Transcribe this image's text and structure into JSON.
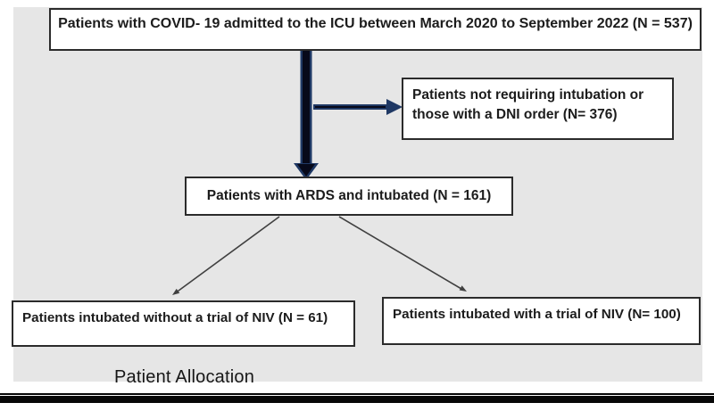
{
  "figure": {
    "caption": "Patient Allocation",
    "colors": {
      "panel_bg": "#e6e6e6",
      "box_border": "#2b2b2b",
      "arrow_navy": "#1f3864",
      "arrow_black": "#07091a",
      "line_gray": "#404040",
      "rule_black": "#070707"
    },
    "nodes": {
      "top": {
        "text": "Patients with COVID- 19 admitted to the ICU between March 2020 to September 2022 (N = 537)"
      },
      "excluded": {
        "line1": "Patients not requiring intubation or",
        "line2": "those with a DNI order (N= 376)"
      },
      "middle": {
        "text": "Patients with ARDS and intubated (N = 161)"
      },
      "bottom_left": {
        "text": "Patients intubated without a trial of NIV (N = 61)"
      },
      "bottom_right": {
        "text": "Patients intubated with a trial of NIV (N= 100)"
      }
    }
  }
}
